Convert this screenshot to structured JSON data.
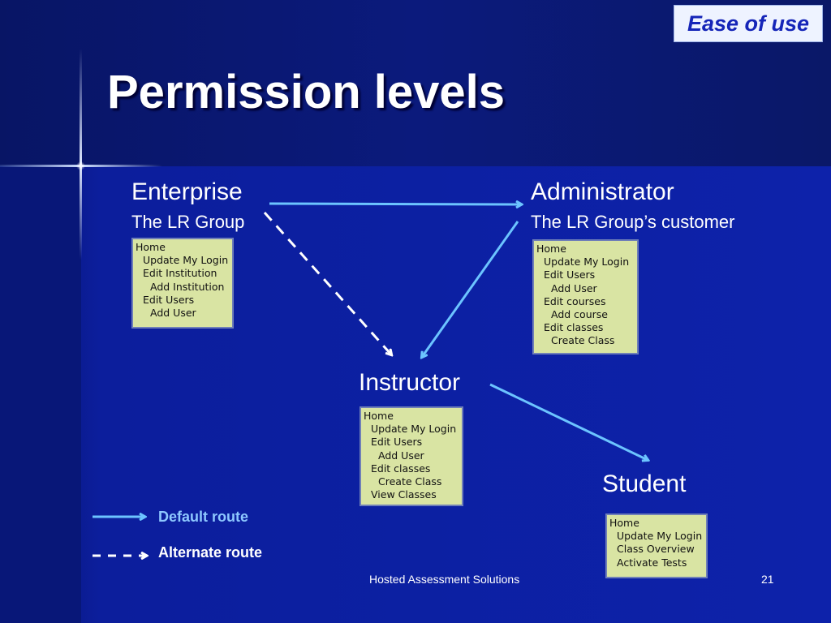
{
  "badge": "Ease of use",
  "title": "Permission levels",
  "roles": {
    "enterprise": {
      "name": "Enterprise",
      "subtitle": "The LR Group",
      "menu": [
        "Home",
        "Update My Login",
        "Edit Institution",
        "Add Institution",
        "Edit Users",
        "Add User"
      ]
    },
    "administrator": {
      "name": "Administrator",
      "subtitle": "The LR Group’s customer",
      "menu": [
        "Home",
        "Update My Login",
        "Edit Users",
        "Add User",
        "Edit courses",
        "Add course",
        "Edit classes",
        "Create Class"
      ]
    },
    "instructor": {
      "name": "Instructor",
      "menu": [
        "Home",
        "Update My Login",
        "Edit Users",
        "Add User",
        "Edit classes",
        "Create Class",
        "View Classes"
      ]
    },
    "student": {
      "name": "Student",
      "menu": [
        "Home",
        "Update My Login",
        "Class Overview",
        "Activate Tests"
      ]
    }
  },
  "legend": {
    "default_route": "Default route",
    "alternate_route": "Alternate route"
  },
  "colors": {
    "arrow": "#6cc4ff",
    "dashed_arrow": "#ffffff",
    "default_route_label": "#8ec8ff",
    "alternate_route_label": "#ffffff"
  },
  "footer": {
    "center": "Hosted Assessment Solutions",
    "page_number": "21"
  }
}
